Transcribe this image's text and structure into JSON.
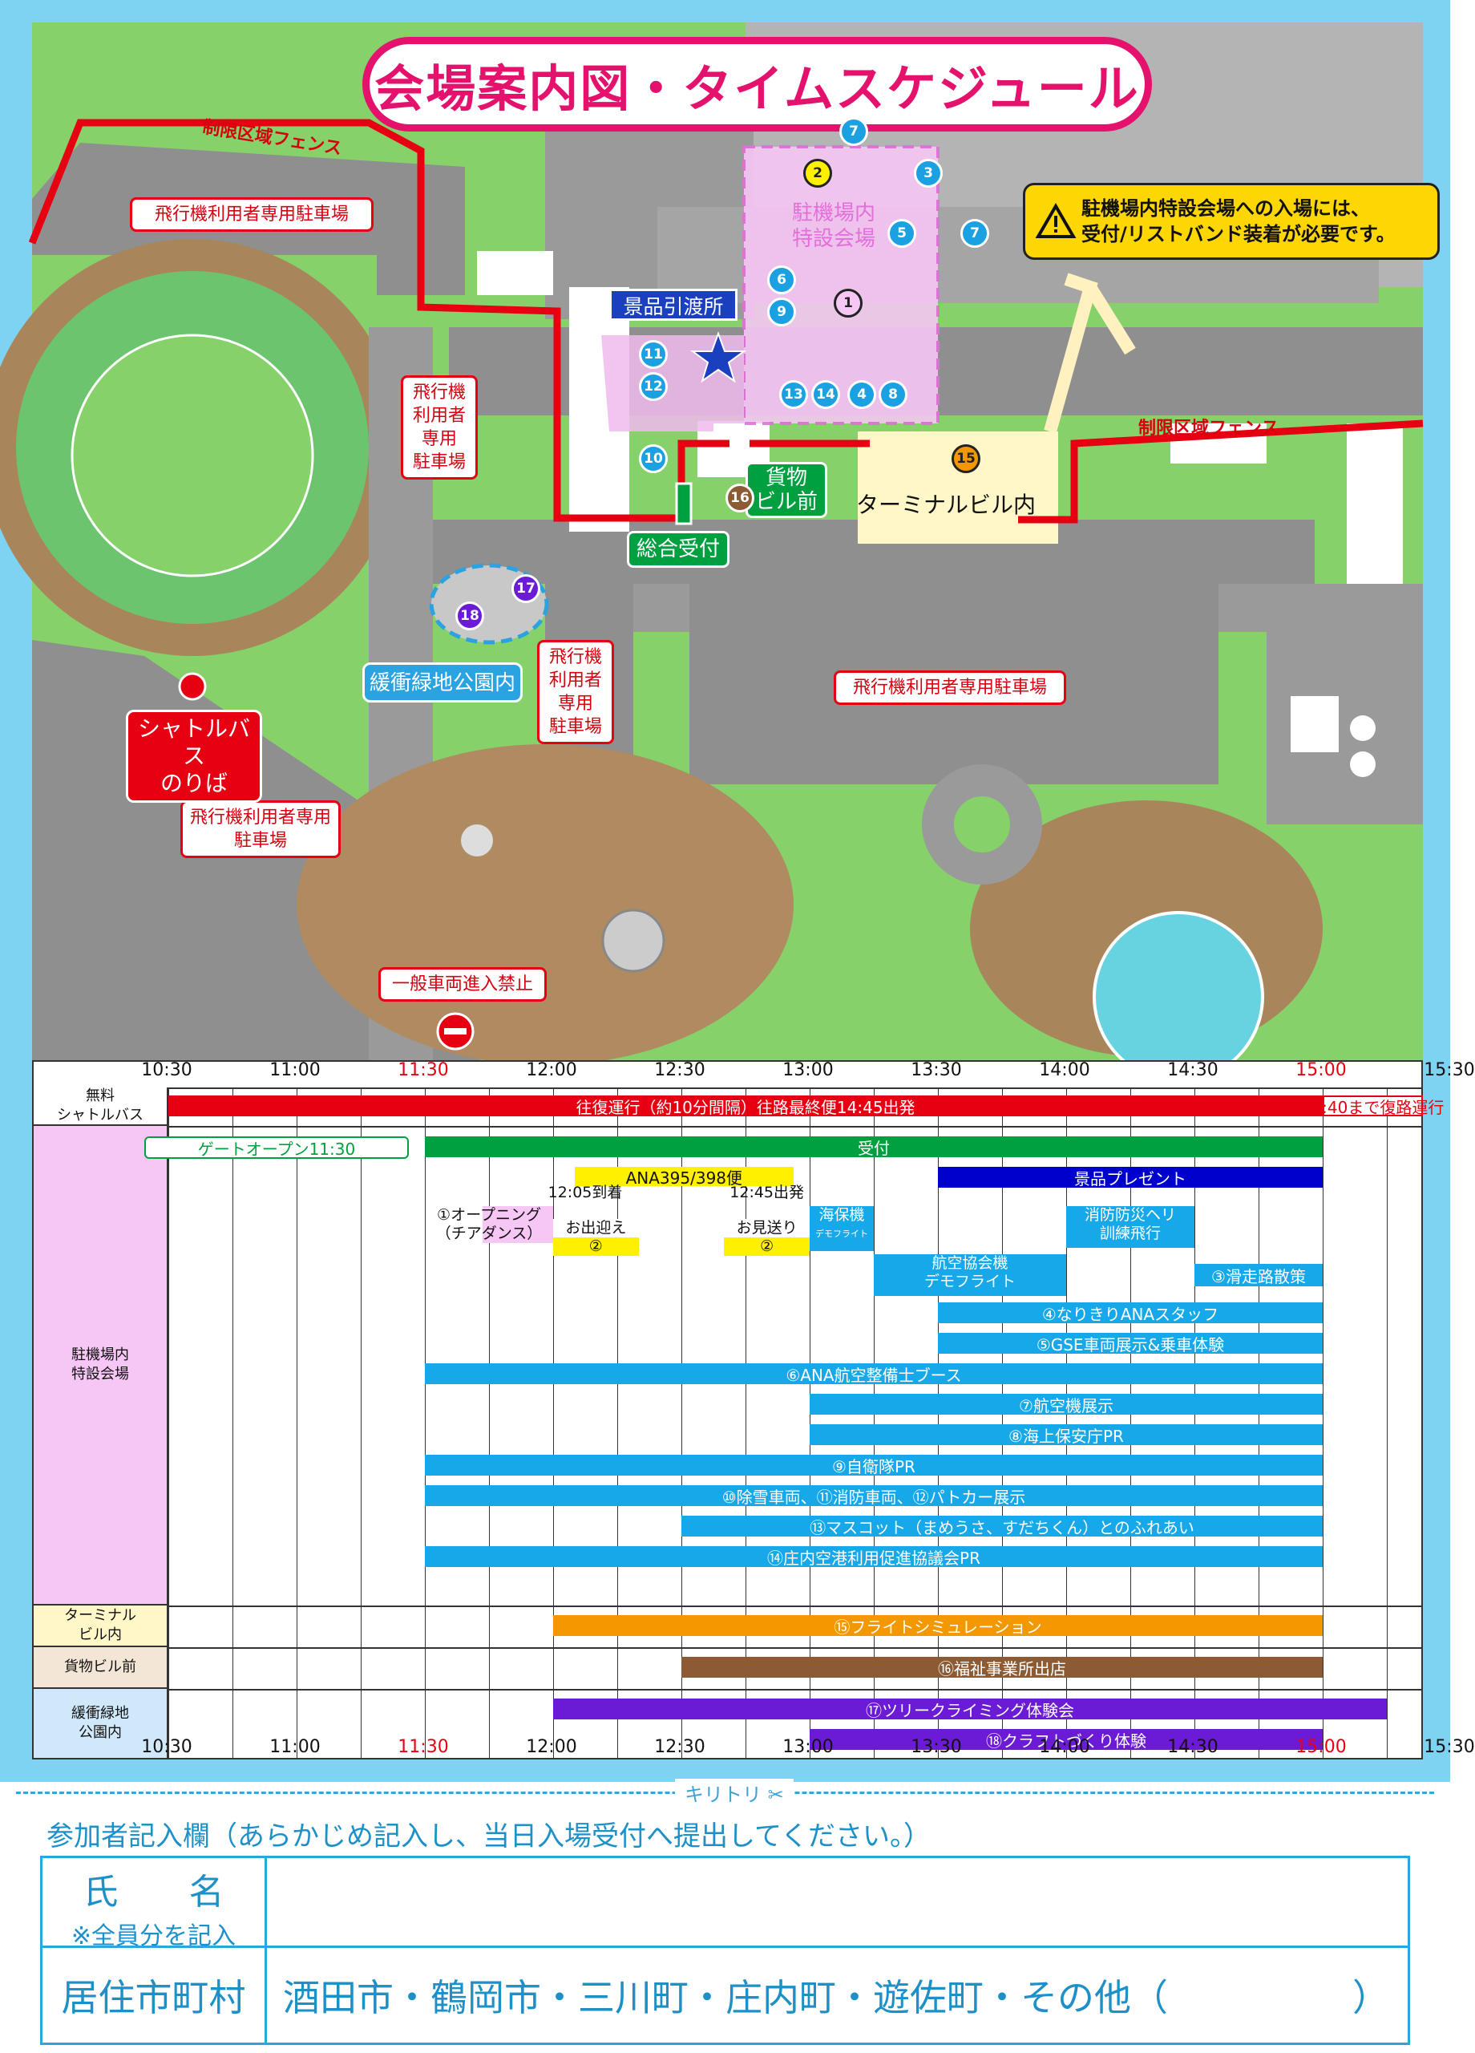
{
  "title": "会場案内図・タイムスケジュール",
  "map": {
    "fence_label": "制限区域フェンス",
    "parking_labels": [
      "飛行機利用者専用駐車場",
      "飛行機利用者専用駐車場",
      "飛行機利用者専用駐車場"
    ],
    "parking_vertical_1": [
      "飛行機",
      "利用者",
      "専用",
      "駐車場"
    ],
    "parking_vertical_2": [
      "飛行機",
      "利用者",
      "専用",
      "駐車場"
    ],
    "parking_two_line": [
      "飛行機利用者専用",
      "駐車場"
    ],
    "apron_venue": [
      "駐機場内",
      "特設会場"
    ],
    "prize_office": "景品引渡所",
    "cargo_front": [
      "貨物",
      "ビル前"
    ],
    "terminal_inside": "ターミナルビル内",
    "reception": "総合受付",
    "buffer_park": "緩衝緑地公園内",
    "shuttle_stop": [
      "シャトルバス",
      "のりば"
    ],
    "no_entry": "一般車両進入禁止",
    "warning": [
      "駐機場内特設会場への入場には、",
      "受付/リストバンド装着が必要です。"
    ],
    "markers": {
      "m1": "1",
      "m2": "2",
      "m3": "3",
      "m4": "4",
      "m5": "5",
      "m6": "6",
      "m7a": "7",
      "m7b": "7",
      "m8": "8",
      "m9": "9",
      "m10": "10",
      "m11": "11",
      "m12": "12",
      "m13": "13",
      "m14": "14",
      "m15": "15",
      "m16": "16",
      "m17": "17",
      "m18": "18"
    }
  },
  "schedule": {
    "times": [
      "10:30",
      "11:00",
      "11:30",
      "12:00",
      "12:30",
      "13:00",
      "13:30",
      "14:00",
      "14:30",
      "15:00",
      "15:30"
    ],
    "red_times": [
      "11:30",
      "15:00"
    ],
    "rows": {
      "shuttle": [
        "無料",
        "シャトルバス"
      ],
      "apron": [
        "駐機場内",
        "特設会場"
      ],
      "terminal": [
        "ターミナル",
        "ビル内"
      ],
      "cargo": "貨物ビル前",
      "park": [
        "緩衝緑地",
        "公園内"
      ]
    },
    "shuttle_bar": "往復運行（約10分間隔）往路最終便14:45出発",
    "shuttle_return": "16:40まで復路運行",
    "gate_open": "ゲートオープン11:30",
    "reception_bar": "受付",
    "prize_bar": "景品プレゼント",
    "ana_flight": "ANA395/398便",
    "arrive_time": "12:05到着",
    "depart_time": "12:45出発",
    "opening": [
      "①オープニング",
      "（チアダンス）"
    ],
    "welcome": [
      "お出迎え",
      "②"
    ],
    "sendoff": [
      "お見送り",
      "②"
    ],
    "kaiho_label": "海保機",
    "kaiho_sub": "デモフライト",
    "fire_heli": [
      "消防防災ヘリ",
      "訓練飛行"
    ],
    "kokukyokai": [
      "航空協会機",
      "デモフライト"
    ],
    "runway_walk": "③滑走路散策",
    "bars": [
      "④なりきりANAスタッフ",
      "⑤GSE車両展示&乗車体験",
      "⑥ANA航空整備士ブース",
      "⑦航空機展示",
      "⑧海上保安庁PR",
      "⑨自衛隊PR",
      "⑩除雪車両、⑪消防車両、⑫パトカー展示",
      "⑬マスコット（まめうさ、すだちくん）とのふれあい",
      "⑭庄内空港利用促進協議会PR",
      "⑮フライトシミュレーション",
      "⑯福祉事業所出店",
      "⑰ツリークライミング体験会",
      "⑱クラフトづくり体験"
    ]
  },
  "form": {
    "cut_label": "キリトリ ✂",
    "note": "参加者記入欄（あらかじめ記入し、当日入場受付へ提出してください。）",
    "name_label": "氏　　名",
    "name_sub": "※全員分を記入",
    "city_label": "居住市町村",
    "cities": "酒田市・鶴岡市・三川町・庄内町・遊佐町・その他（　　　　　）"
  },
  "colors": {
    "frame": "#7fd3f2",
    "red": "#e60012",
    "green": "#00a040",
    "blue": "#0000cc",
    "cyan": "#16a8e8",
    "orange": "#f39800",
    "brown": "#8c5a33",
    "purple": "#6b1bd6",
    "pink": "#f6c6f4",
    "yellow": "#fff000"
  }
}
